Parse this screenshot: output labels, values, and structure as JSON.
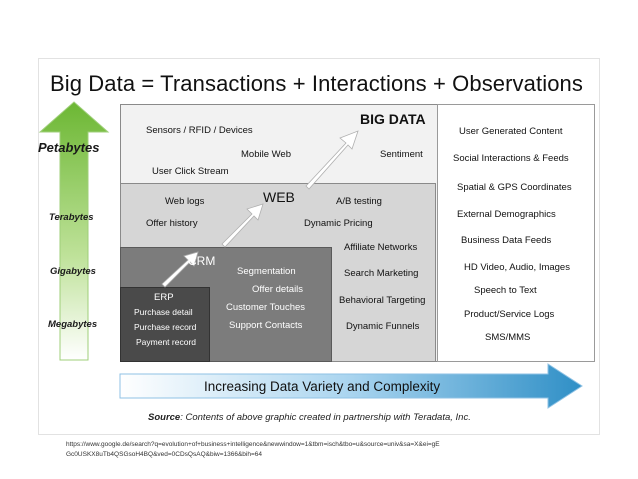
{
  "title": "Big Data = Transactions + Interactions + Observations",
  "axis": {
    "petabytes": "Petabytes",
    "terabytes": "Terabytes",
    "gigabytes": "Gigabytes",
    "megabytes": "Megabytes"
  },
  "big_data": {
    "label": "BIG DATA",
    "items": [
      "Sensors / RFID / Devices",
      "Mobile Web",
      "User Click Stream",
      "Sentiment"
    ]
  },
  "web": {
    "label": "WEB",
    "items": [
      "Web logs",
      "Offer history",
      "A/B testing",
      "Dynamic Pricing",
      "Affiliate Networks",
      "Search Marketing",
      "Behavioral Targeting",
      "Dynamic Funnels"
    ]
  },
  "crm": {
    "label": "CRM",
    "items": [
      "Segmentation",
      "Offer details",
      "Customer Touches",
      "Support Contacts"
    ]
  },
  "erp": {
    "label": "ERP",
    "items": [
      "Purchase detail",
      "Purchase record",
      "Payment record"
    ]
  },
  "right_column": [
    "User Generated Content",
    "Social Interactions & Feeds",
    "Spatial & GPS Coordinates",
    "External Demographics",
    "Business Data Feeds",
    "HD Video, Audio, Images",
    "Speech to Text",
    "Product/Service Logs",
    "SMS/MMS"
  ],
  "bottom_arrow": "Increasing Data Variety and Complexity",
  "source": {
    "label": "Source",
    "text": ": Contents of above graphic created in partnership with Teradata, Inc."
  },
  "footer_url": "https://www.google.de/search?q=evolution+of+business+intelligence&newwindow=1&tbm=isch&tbo=u&source=univ&sa=X&ei=gE Gc0USKX8uTb4QSGsoH4BQ&ved=0CDsQsAQ&biw=1366&bih=64",
  "colors": {
    "green_top": "#7ec244",
    "green_bottom": "#ffffff",
    "blue_dark": "#2f8fc6",
    "blue_light": "#ffffff",
    "erp": "#4a4a4a",
    "crm": "#7c7c7c",
    "web": "#d6d6d6",
    "big": "#f2f2f2"
  }
}
